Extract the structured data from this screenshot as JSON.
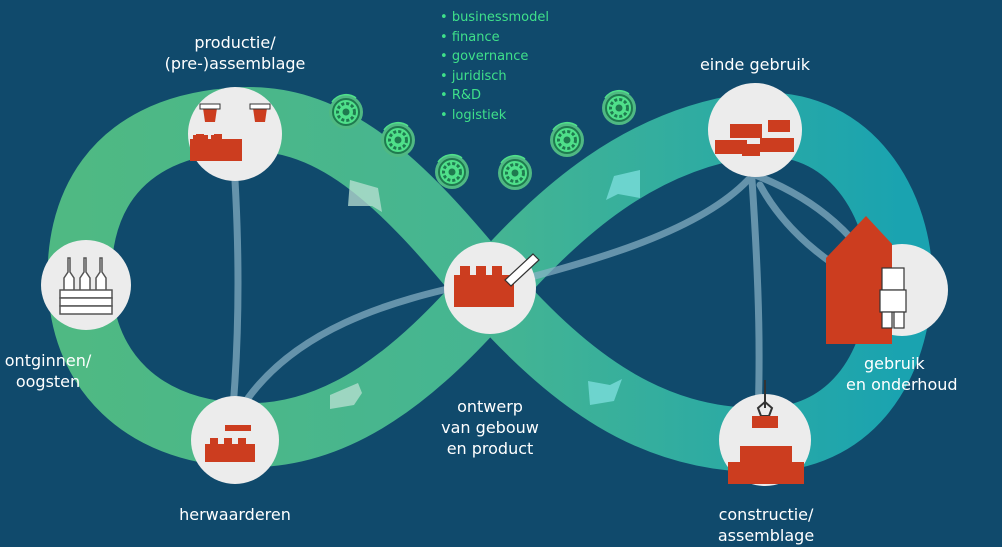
{
  "colors": {
    "background": "#104a6c",
    "loop_left": "#4fb983",
    "loop_right": "#1aa3b0",
    "connector": "#8ab2c6",
    "node": "#ececec",
    "brick": "#cc3d1f",
    "topics_text": "#3fe08a",
    "label_text": "#ffffff"
  },
  "stages": {
    "production": [
      "productie/",
      "(pre-)assemblage"
    ],
    "extraction": [
      "ontginnen/",
      "oogsten"
    ],
    "revalorisation": [
      "herwaarderen"
    ],
    "design": [
      "ontwerp",
      "van gebouw",
      "en product"
    ],
    "end_of_use": [
      "einde gebruik"
    ],
    "use": [
      "gebruik",
      "en onderhoud"
    ],
    "construction": [
      "constructie/",
      "assemblage"
    ]
  },
  "topics": [
    "businessmodel",
    "finance",
    "governance",
    "juridisch",
    "R&D",
    "logistiek"
  ],
  "icons": {
    "production": "dispenser-brick-icon",
    "extraction": "crate-bottles-icon",
    "revalorisation": "small-bricks-icon",
    "design": "brick-pencil-icon",
    "end_of_use": "disassembled-bricks-icon",
    "use": "house-figure-icon",
    "construction": "crane-bricks-icon",
    "cogs": "recycling-gear-icon",
    "arrows": "flow-chevron-icon"
  }
}
